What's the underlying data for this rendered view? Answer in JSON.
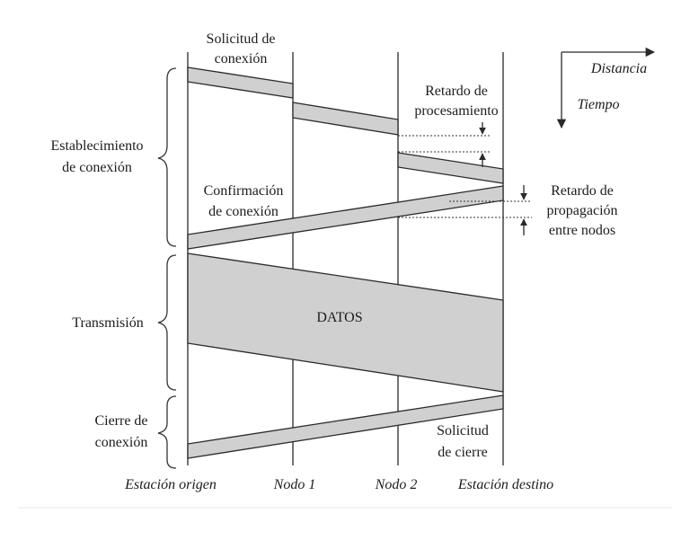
{
  "stations": {
    "origin": "Estación origen",
    "node1": "Nodo 1",
    "node2": "Nodo 2",
    "destination": "Estación destino"
  },
  "axes": {
    "distance": "Distancia",
    "time": "Tiempo"
  },
  "phases": {
    "establishment": [
      "Establecimiento",
      "de conexión"
    ],
    "transmission": "Transmisión",
    "closing": [
      "Cierre de",
      "conexión"
    ]
  },
  "annotations": {
    "connection_request": [
      "Solicitud de",
      "conexión"
    ],
    "processing_delay": [
      "Retardo de",
      "procesamiento"
    ],
    "connection_confirmation": [
      "Confirmación",
      "de conexión"
    ],
    "propagation_delay": [
      "Retardo de",
      "propagación",
      "entre nodos"
    ],
    "data": "DATOS",
    "close_request": [
      "Solicitud",
      "de cierre"
    ]
  },
  "colors": {
    "band_fill": "#d0d0d0",
    "line": "#2a2a2a",
    "background": "#ffffff"
  }
}
